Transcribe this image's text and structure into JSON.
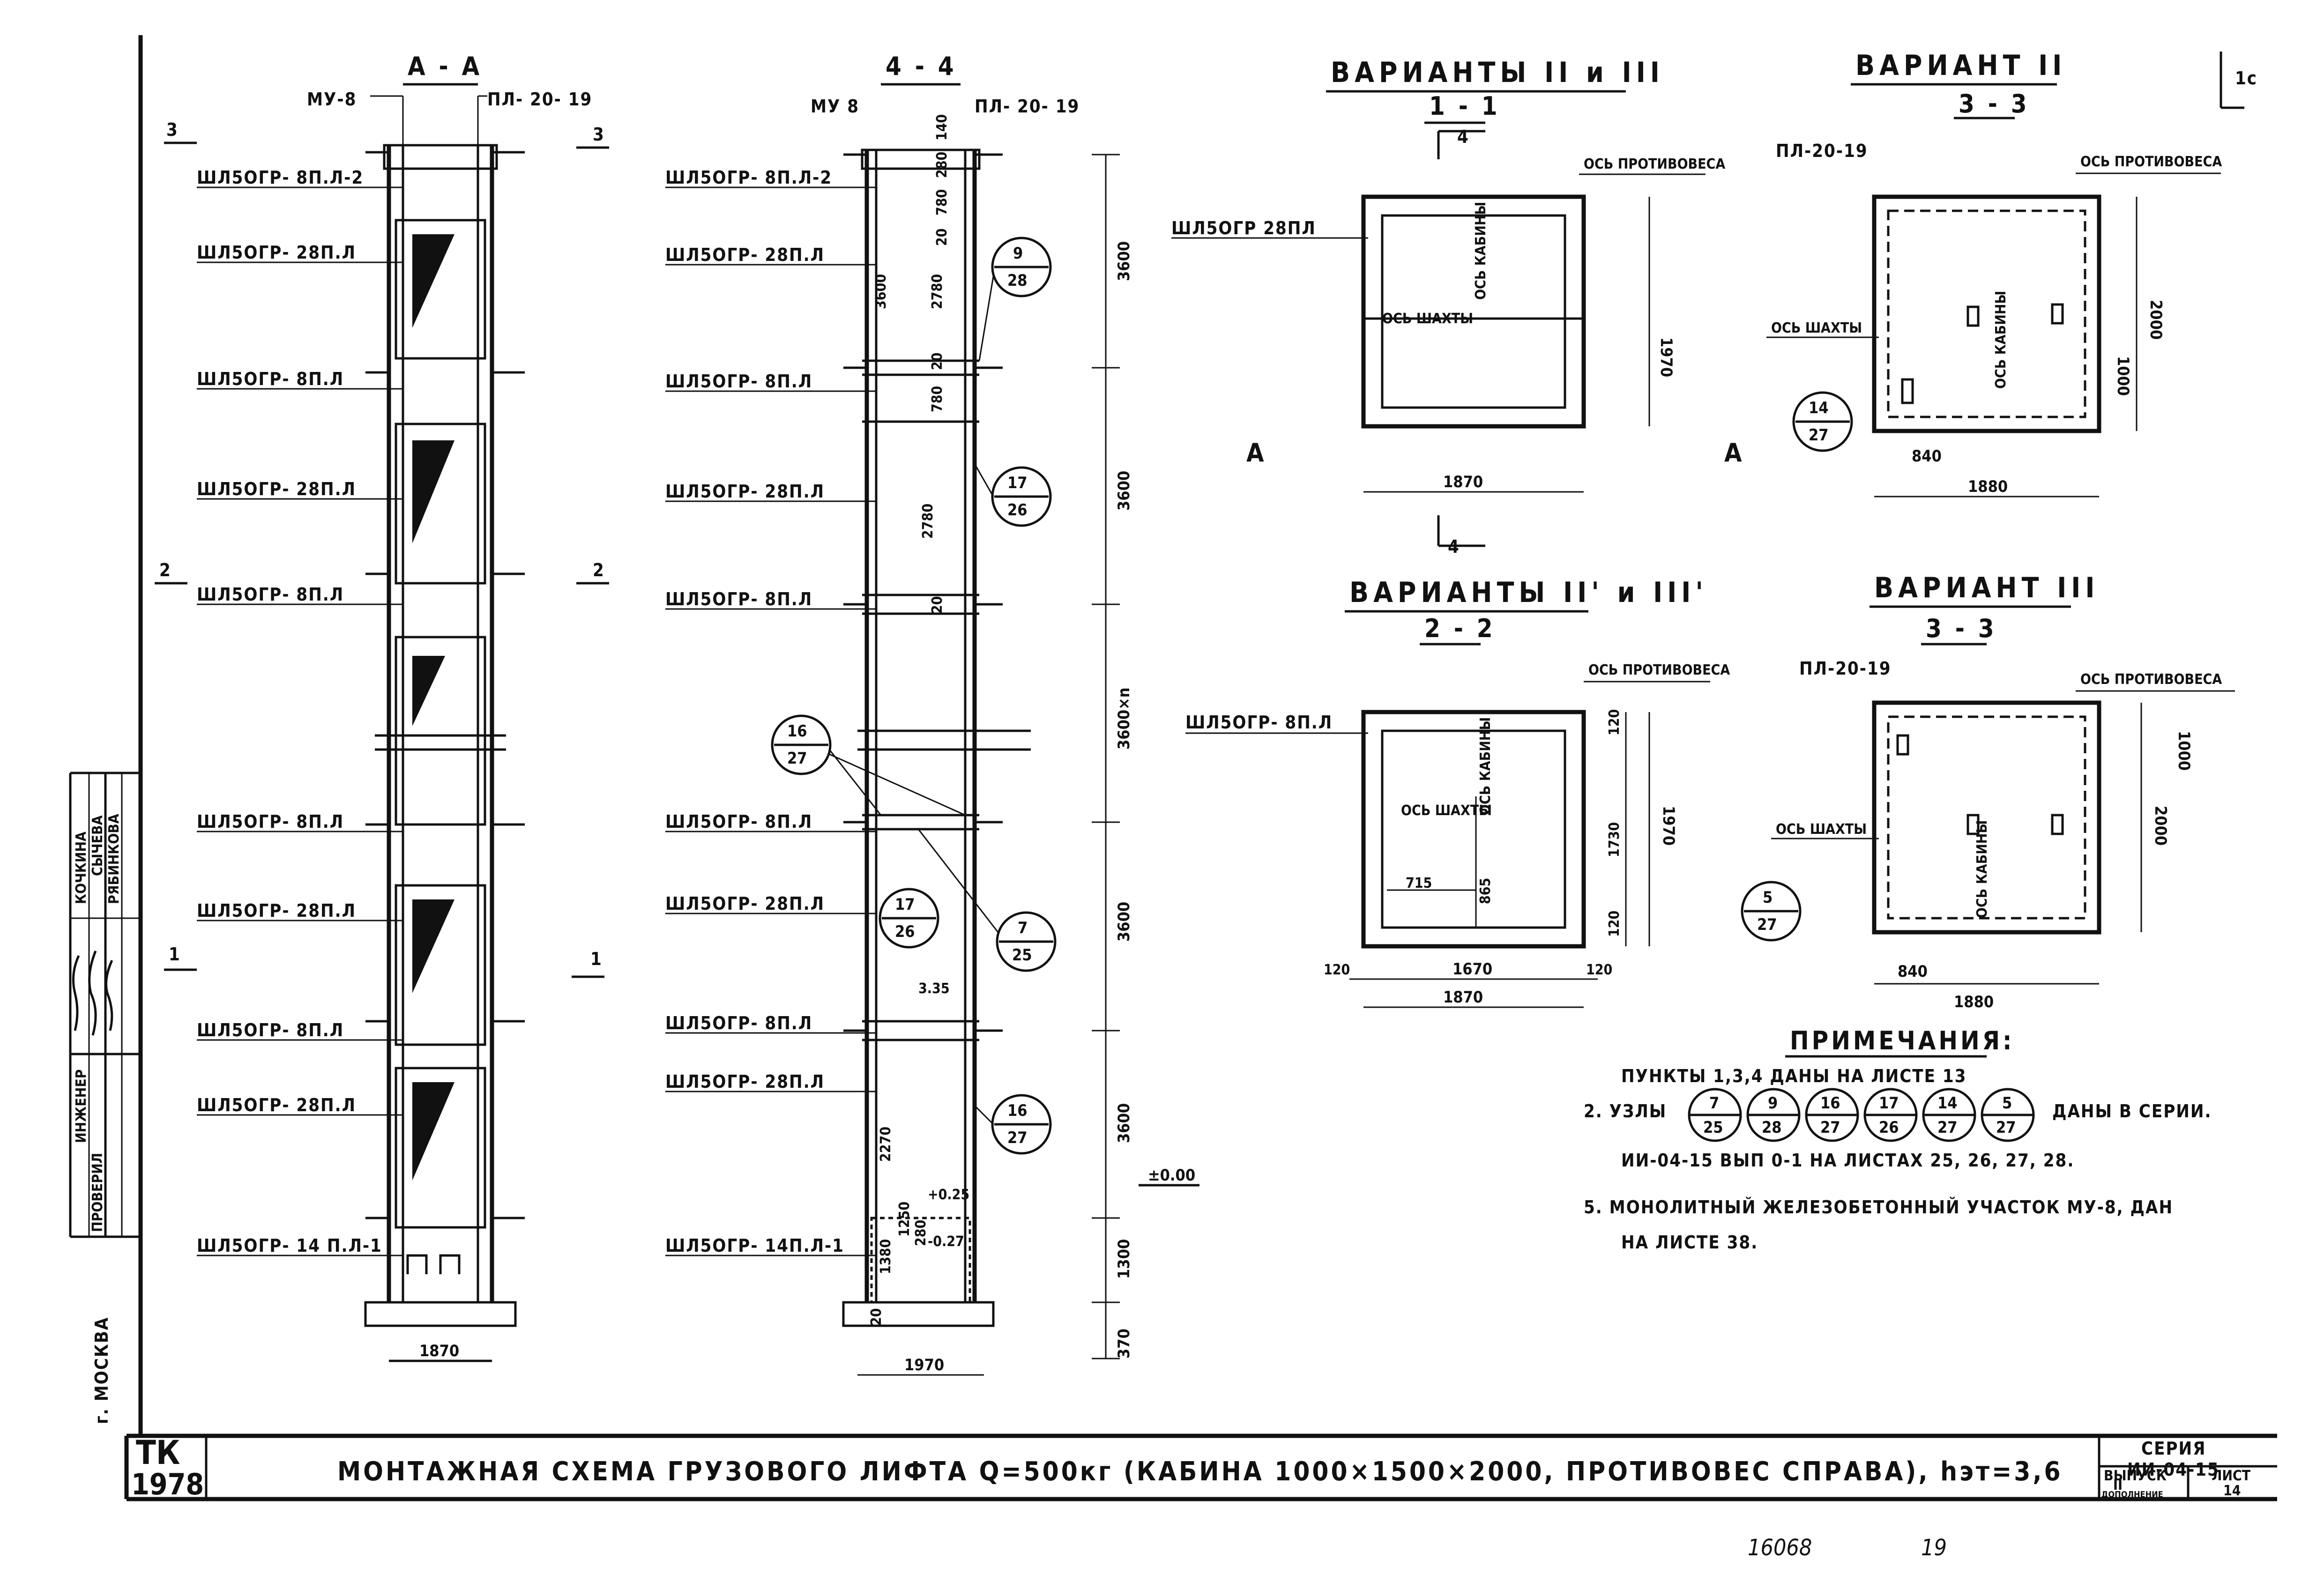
{
  "sheet": {
    "corner_mark": "1c",
    "title": "МОНТАЖНАЯ СХЕМА ГРУЗОВОГО ЛИФТА Q=500кг (КАБИНА 1000×1500×2000, ПРОТИВОВЕС СПРАВА), hэт=3,6",
    "tk_label": "ТК",
    "tk_year": "1978",
    "series_label": "СЕРИЯ",
    "series_value": "ИИ-04-15",
    "issue_label": "ВЫПУСК",
    "issue_sub": "ДОПОЛНЕНИЕ",
    "issue_value": "II",
    "sheet_label": "ЛИСТ",
    "sheet_value": "14",
    "city": "г. МОСКВА",
    "bottom_num_1": "16068",
    "bottom_num_2": "19",
    "stamp_roles": [
      "ИНЖЕНЕР",
      "ПРОВЕРИЛ"
    ],
    "stamp_names": [
      "КОЧКИНА",
      "СЫЧЕВА",
      "РЯБИНКОВА"
    ]
  },
  "section_aa": {
    "title": "А - А",
    "top_left_label": "МУ-8",
    "top_right_label": "ПЛ- 20- 19",
    "cut3_left": "3",
    "cut3_right": "3",
    "cut2_left": "2",
    "cut2_right": "2",
    "cut1_left": "1",
    "cut1_right": "1",
    "panel_labels": [
      "ШЛ5ОГР- 8П.Л-2",
      "ШЛ5ОГР- 28П.Л",
      "ШЛ5ОГР- 8П.Л",
      "ШЛ5ОГР- 28П.Л",
      "ШЛ5ОГР- 8П.Л",
      "ШЛ5ОГР- 8П.Л",
      "ШЛ5ОГР- 28П.Л",
      "ШЛ5ОГР- 8П.Л",
      "ШЛ5ОГР- 28П.Л",
      "ШЛ5ОГР- 14 П.Л-1"
    ],
    "dim_width": "1870"
  },
  "section_44": {
    "title": "4 - 4",
    "top_left_label": "МУ 8",
    "top_right_label": "ПЛ- 20- 19",
    "panel_labels": [
      "ШЛ5ОГР- 8П.Л-2",
      "ШЛ5ОГР- 28П.Л",
      "ШЛ5ОГР- 8П.Л",
      "ШЛ5ОГР- 28П.Л",
      "ШЛ5ОГР- 8П.Л",
      "ШЛ5ОГР- 8П.Л",
      "ШЛ5ОГР- 28П.Л",
      "ШЛ5ОГР- 8П.Л",
      "ШЛ5ОГР- 28П.Л",
      "ШЛ5ОГР- 14П.Л-1"
    ],
    "dims_right": [
      "3600",
      "3600",
      "3600×n",
      "3600",
      "3600",
      "1300",
      "370"
    ],
    "dims_inner": [
      "140",
      "280",
      "780",
      "20",
      "3600",
      "2780",
      "20",
      "780",
      "2780",
      "20",
      "2270",
      "1250",
      "280",
      "1380",
      "20"
    ],
    "level_mark": "±0.00",
    "level_2": "+0.25",
    "level_3": "-0.27",
    "level_4": "3.35",
    "dim_width": "1970",
    "nodes": [
      {
        "top": "9",
        "bottom": "28"
      },
      {
        "top": "17",
        "bottom": "26"
      },
      {
        "top": "16",
        "bottom": "27"
      },
      {
        "top": "17",
        "bottom": "26"
      },
      {
        "top": "7",
        "bottom": "25"
      },
      {
        "top": "16",
        "bottom": "27"
      }
    ]
  },
  "plan_11": {
    "title": "ВАРИАНТЫ II и III",
    "cut": "1 - 1",
    "panel_label": "ШЛ5ОГР 28ПЛ",
    "axis_counterweight": "ОСЬ ПРОТИВОВЕСА",
    "axis_shaft": "ОСЬ ШАХТЫ",
    "axis_cabin": "ОСЬ КАБИНЫ",
    "dim_h": "1970",
    "dim_w": "1870",
    "cut_a_left": "А",
    "cut_a_right": "А",
    "cut_4_top": "4",
    "cut_4_bottom": "4"
  },
  "plan_33_ii": {
    "title": "ВАРИАНТ II",
    "cut": "3 - 3",
    "top_label": "ПЛ-20-19",
    "axis_counterweight": "ОСЬ ПРОТИВОВЕСА",
    "axis_shaft": "ОСЬ ШАХТЫ",
    "axis_cabin": "ОСЬ КАБИНЫ",
    "dim_h": "2000",
    "dim_h2": "1000",
    "dim_840": "840",
    "dim_w": "1880",
    "node_top": "14",
    "node_bottom": "27"
  },
  "plan_22": {
    "title": "ВАРИАНТЫ II' и III'",
    "cut": "2 - 2",
    "panel_label": "ШЛ5ОГР- 8П.Л",
    "axis_counterweight": "ОСЬ ПРОТИВОВЕСА",
    "axis_shaft": "ОСЬ ШАХТЫ",
    "axis_cabin": "ОСЬ КАБИНЫ",
    "dim_120_top": "120",
    "dim_1730": "1730",
    "dim_1970": "1970",
    "dim_120_bottom": "120",
    "dim_715": "715",
    "dim_865": "865",
    "dim_120_left": "120",
    "dim_1670": "1670",
    "dim_120_right": "120",
    "dim_w": "1870"
  },
  "plan_33_iii": {
    "title": "ВАРИАНТ III",
    "cut": "3 - 3",
    "top_label": "ПЛ-20-19",
    "axis_counterweight": "ОСЬ ПРОТИВОВЕСА",
    "axis_shaft": "ОСЬ ШАХТЫ",
    "axis_cabin": "ОСЬ КАБИНЫ",
    "dim_h": "2000",
    "dim_h2": "1000",
    "dim_840": "840",
    "dim_w": "1880",
    "node_top": "5",
    "node_bottom": "27"
  },
  "notes": {
    "heading": "ПРИМЕЧАНИЯ:",
    "line1": "ПУНКТЫ 1,3,4 ДАНЫ НА ЛИСТЕ 13",
    "line2_prefix": "2. УЗЛЫ",
    "line2_suffix": "ДАНЫ В СЕРИИ.",
    "line2_nodes": [
      {
        "top": "7",
        "bottom": "25"
      },
      {
        "top": "9",
        "bottom": "28"
      },
      {
        "top": "16",
        "bottom": "27"
      },
      {
        "top": "17",
        "bottom": "26"
      },
      {
        "top": "14",
        "bottom": "27"
      },
      {
        "top": "5",
        "bottom": "27"
      }
    ],
    "line3": "ИИ-04-15 ВЫП 0-1 НА ЛИСТАХ 25, 26, 27, 28.",
    "line4": "5. МОНОЛИТНЫЙ ЖЕЛЕЗОБЕТОННЫЙ УЧАСТОК МУ-8, ДАН",
    "line5": "НА ЛИСТЕ 38."
  }
}
